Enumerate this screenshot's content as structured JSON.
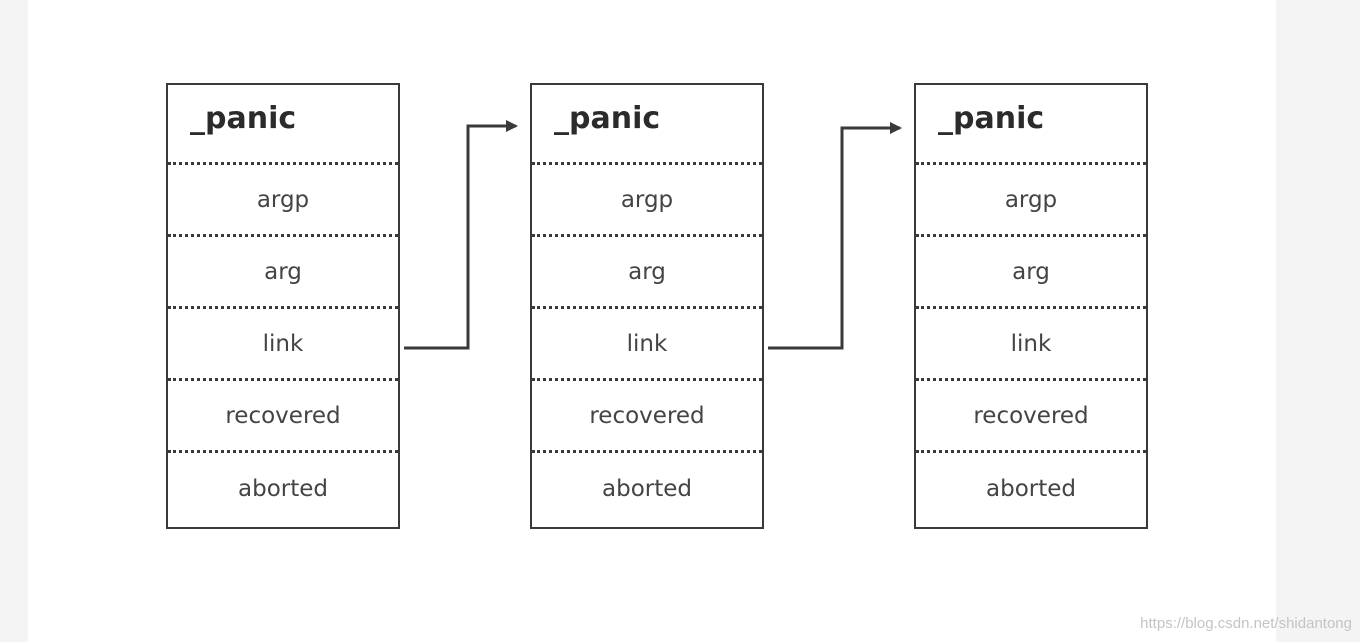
{
  "structs": [
    {
      "title": "_panic",
      "fields": [
        "argp",
        "arg",
        "link",
        "recovered",
        "aborted"
      ]
    },
    {
      "title": "_panic",
      "fields": [
        "argp",
        "arg",
        "link",
        "recovered",
        "aborted"
      ]
    },
    {
      "title": "_panic",
      "fields": [
        "argp",
        "arg",
        "link",
        "recovered",
        "aborted"
      ]
    }
  ],
  "links": [
    {
      "from_struct": 0,
      "from_field": "link",
      "to_struct": 1
    },
    {
      "from_struct": 1,
      "from_field": "link",
      "to_struct": 2
    }
  ],
  "colors": {
    "line": "#3a3a3a",
    "text": "#444444",
    "watermark": "#c4c4c4"
  },
  "watermark": "https://blog.csdn.net/shidantong"
}
